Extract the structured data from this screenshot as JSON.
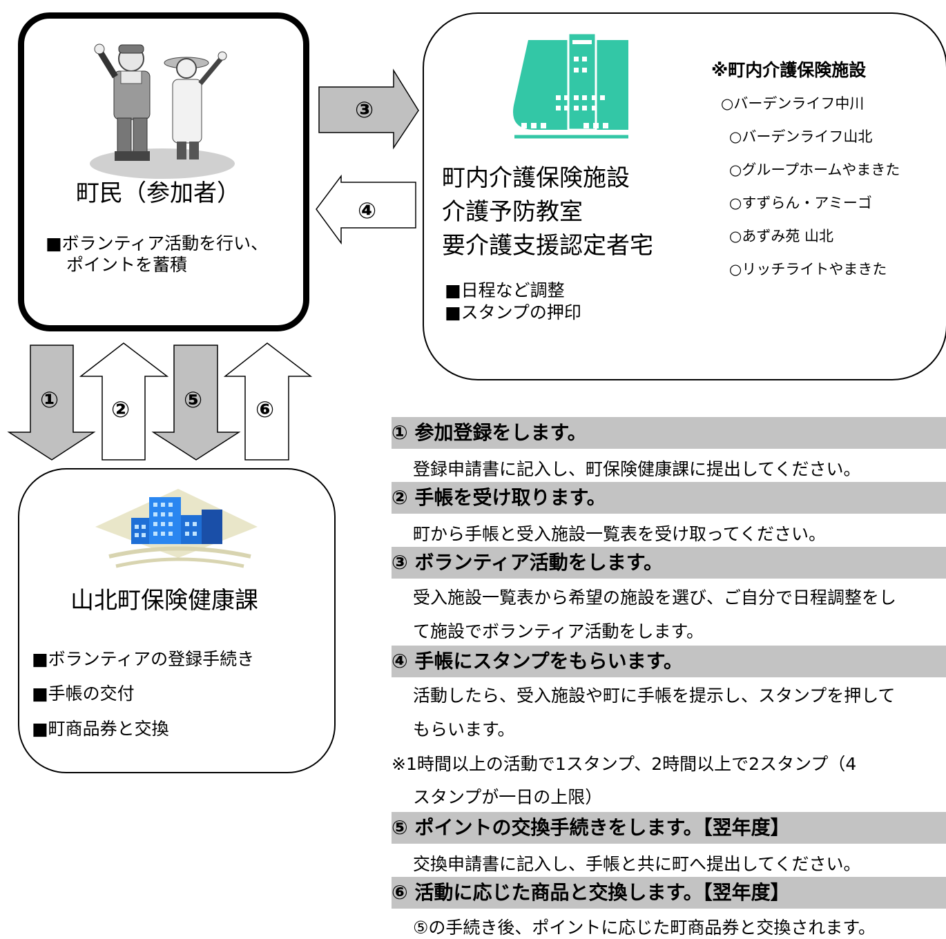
{
  "resident": {
    "title": "町民（参加者）",
    "desc_line1": "■ボランティア活動を行い、",
    "desc_line2": "ポイントを蓄積"
  },
  "facility": {
    "title_line1": "町内介護保険施設",
    "title_line2": "介護予防教室",
    "title_line3": "要介護支援認定者宅",
    "task1": "■日程など調整",
    "task2": "■スタンプの押印",
    "list_heading": "※町内介護保険施設",
    "list": [
      "○バーデンライフ中川",
      "○バーデンライフ山北",
      "○グループホームやまきた",
      "○すずらん・アミーゴ",
      "○あずみ苑 山北",
      "○リッチライトやまきた"
    ]
  },
  "office": {
    "title": "山北町保険健康課",
    "items": [
      "■ボランティアの登録手続き",
      "■手帳の交付",
      "■町商品券と交換"
    ]
  },
  "arrows": {
    "a1": "①",
    "a2": "②",
    "a3": "③",
    "a4": "④",
    "a5": "⑤",
    "a6": "⑥"
  },
  "steps": [
    {
      "head": "① 参加登録をします。",
      "body": [
        "登録申請書に記入し、町保険健康課に提出してください。"
      ]
    },
    {
      "head": "② 手帳を受け取ります。",
      "body": [
        "町から手帳と受入施設一覧表を受け取ってください。"
      ]
    },
    {
      "head": "③ ボランティア活動をします。",
      "body": [
        "受入施設一覧表から希望の施設を選び、ご自分で日程調整をし",
        "て施設でボランティア活動をします。"
      ]
    },
    {
      "head": "④ 手帳にスタンプをもらいます。",
      "body": [
        "活動したら、受入施設や町に手帳を提示し、スタンプを押して",
        "もらいます。"
      ]
    },
    {
      "head": "⑤ ポイントの交換手続きをします。【翌年度】",
      "body": [
        "交換申請書に記入し、手帳と共に町へ提出してください。"
      ]
    },
    {
      "head": "⑥ 活動に応じた商品と交換します。【翌年度】",
      "body": [
        "⑤の手続き後、ポイントに応じた町商品券と交換されます。"
      ]
    }
  ],
  "note": {
    "line1": "※1時間以上の活動で1スタンプ、2時間以上で2スタンプ（4",
    "line2": "スタンプが一日の上限）"
  }
}
